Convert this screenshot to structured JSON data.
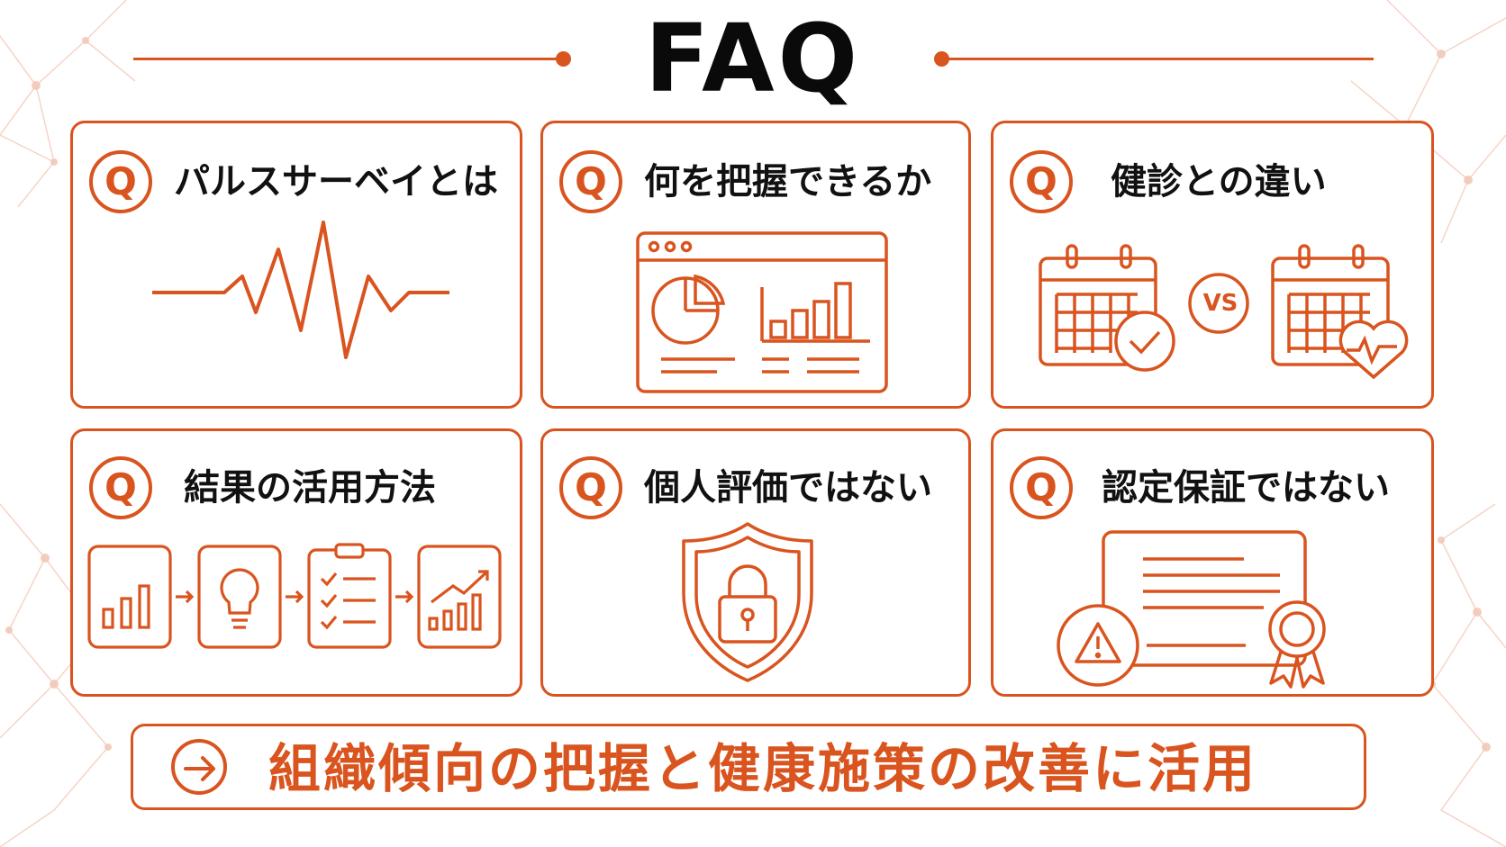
{
  "title": "FAQ",
  "accent_color": "#d9541e",
  "cards": [
    {
      "badge": "Q",
      "label": "パルスサーベイとは",
      "icon": "heartbeat-line-icon"
    },
    {
      "badge": "Q",
      "label": "何を把握できるか",
      "icon": "dashboard-analytics-icon"
    },
    {
      "badge": "Q",
      "label": "健診との違い",
      "icon": "calendar-vs-calendar-icon"
    },
    {
      "badge": "Q",
      "label": "結果の活用方法",
      "icon": "data-to-action-flow-icon"
    },
    {
      "badge": "Q",
      "label": "個人評価ではない",
      "icon": "shield-lock-icon"
    },
    {
      "badge": "Q",
      "label": "認定保証ではない",
      "icon": "certificate-warning-icon"
    }
  ],
  "vs_label": "VS",
  "bottom": {
    "icon": "arrow-right-circle-icon",
    "text": "組織傾向の把握と健康施策の改善に活用"
  }
}
